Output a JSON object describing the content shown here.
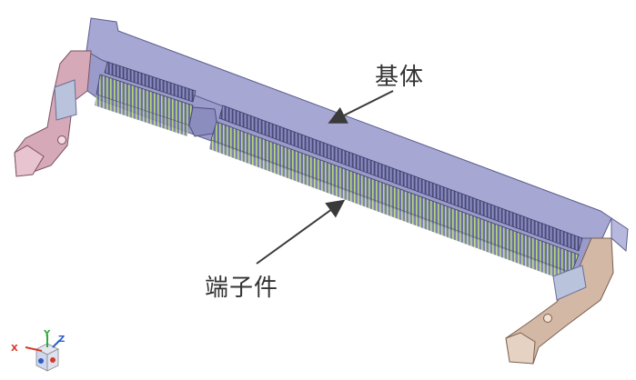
{
  "labels": {
    "base": "基体",
    "terminal": "端子件"
  },
  "triad": {
    "x": "X",
    "y": "Y",
    "z": "Z"
  },
  "colors": {
    "housing": "#a6a7d2",
    "housing_top": "#b7b8de",
    "housing_dark": "#8c8dbf",
    "latch_left": "#d6a9b8",
    "latch_right": "#d4b8a6",
    "pins": "#9cc35a",
    "contacts": "#5a5a8a",
    "arrow": "#3a3a3a"
  }
}
